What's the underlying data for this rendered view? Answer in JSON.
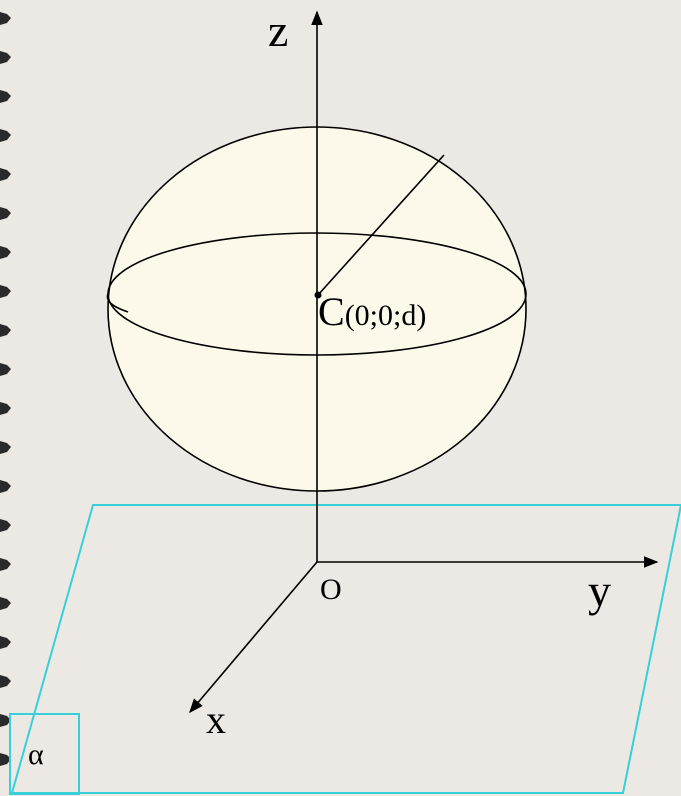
{
  "labels": {
    "z_axis": "z",
    "y_axis": "y",
    "x_axis": "x",
    "origin": "O",
    "center_letter": "C",
    "center_coords": "(0;0;d)",
    "plane_name": "α"
  },
  "colors": {
    "background": "#ece8e3",
    "sphere_fill": "#fdf9ea",
    "plane_stroke": "#38d0d8",
    "ink": "#000000"
  }
}
